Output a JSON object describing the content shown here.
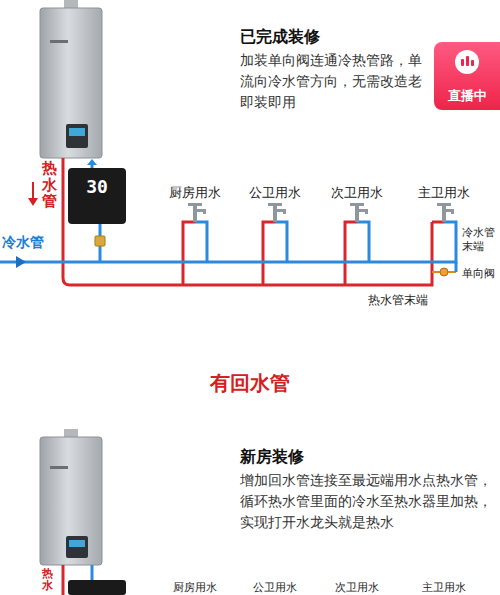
{
  "diagram": {
    "nodes": [
      {
        "text": [
          "直播中"
        ]
      },
      {
        "text": [
          "30"
        ]
      }
    ],
    "labels": [
      "已完成装修",
      "加装单向阀连通冷热管路，单 流向冷水管方向，无需改造老 即装即用",
      "热水管",
      "冷水管",
      "厨房用水",
      "公卫用水",
      "次卫用水",
      "主卫用水",
      "冷水管末端",
      "单向阀",
      "热水管末端",
      "有回水管",
      "新房装修",
      "增加回水管连接至最远端用水点热水管， 循环热水管里面的冷水至热水器里加热， 实现打开水龙头就是热水",
      "热水",
      "厨房用水",
      "公卫用水",
      "次卫用水",
      "主卫用水"
    ]
  }
}
